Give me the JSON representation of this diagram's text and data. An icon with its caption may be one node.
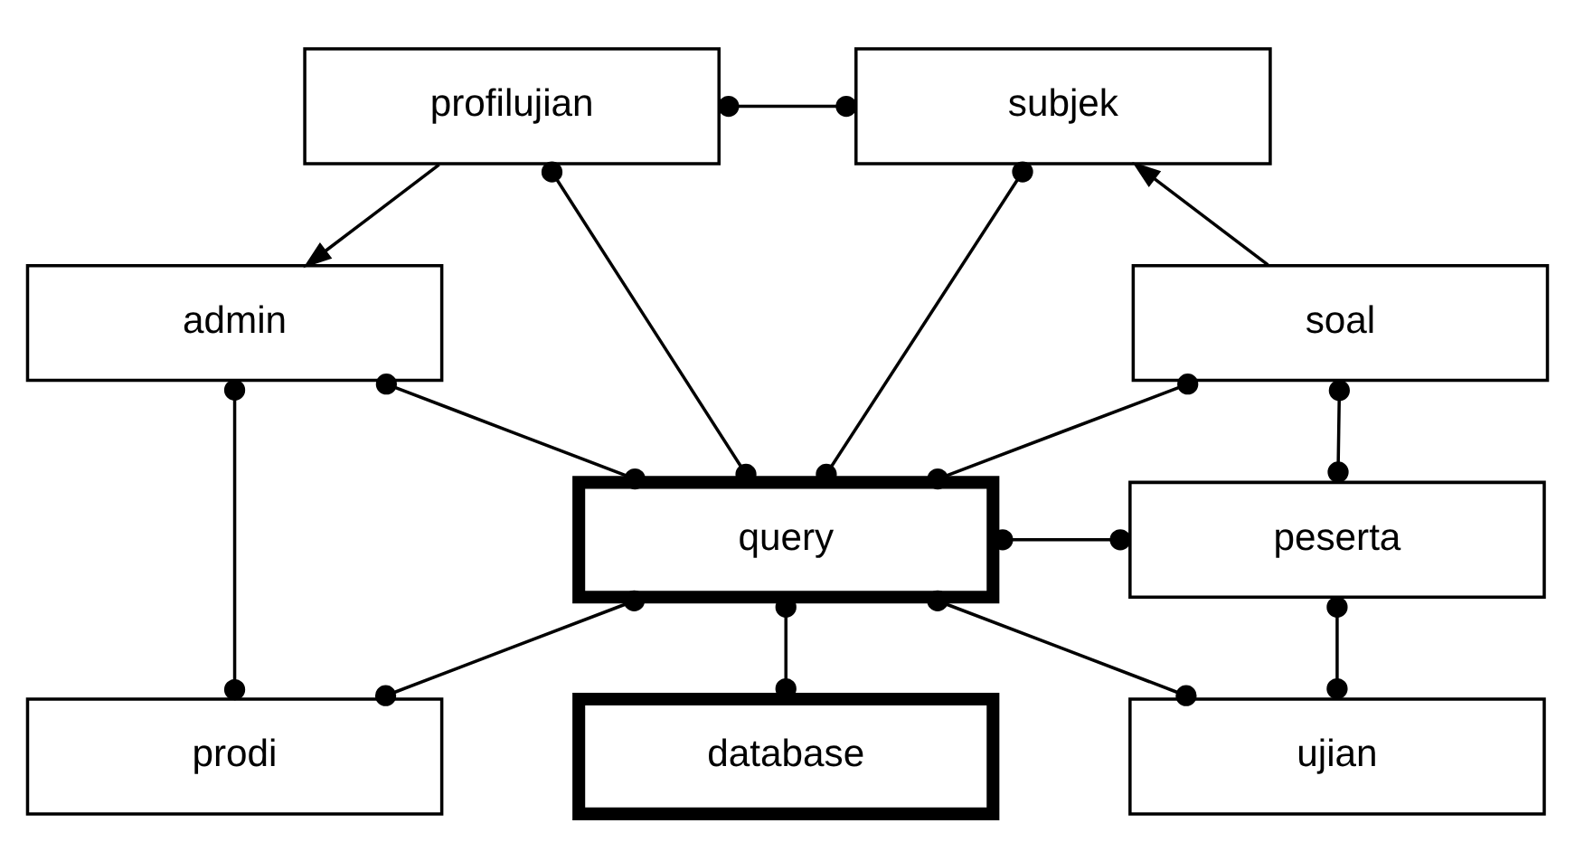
{
  "diagram": {
    "nodes": [
      {
        "text": [
          "profilujian"
        ]
      },
      {
        "text": [
          "subjek"
        ]
      },
      {
        "text": [
          "admin"
        ]
      },
      {
        "text": [
          "soal"
        ]
      },
      {
        "text": [
          "query"
        ]
      },
      {
        "text": [
          "peserta"
        ]
      },
      {
        "text": [
          "prodi"
        ]
      },
      {
        "text": [
          "ujian"
        ]
      },
      {
        "text": [
          "database"
        ]
      }
    ],
    "edges": [
      {
        "from": 0,
        "to": 1,
        "arrow": "other"
      },
      {
        "from": 0,
        "to": 2,
        "arrow": "to"
      },
      {
        "from": 3,
        "to": 1,
        "arrow": "to"
      },
      {
        "from": 0,
        "to": 4,
        "arrow": "other"
      },
      {
        "from": 1,
        "to": 4,
        "arrow": "other"
      },
      {
        "from": 2,
        "to": 4,
        "arrow": "other"
      },
      {
        "from": 2,
        "to": 6,
        "arrow": "other"
      },
      {
        "from": 6,
        "to": 4,
        "arrow": "other"
      },
      {
        "from": 3,
        "to": 4,
        "arrow": "other"
      },
      {
        "from": 3,
        "to": 5,
        "arrow": "other"
      },
      {
        "from": 4,
        "to": 5,
        "arrow": "other"
      },
      {
        "from": 5,
        "to": 7,
        "arrow": "other"
      },
      {
        "from": 7,
        "to": 4,
        "arrow": "other"
      },
      {
        "from": 4,
        "to": 8,
        "arrow": "other"
      }
    ]
  }
}
